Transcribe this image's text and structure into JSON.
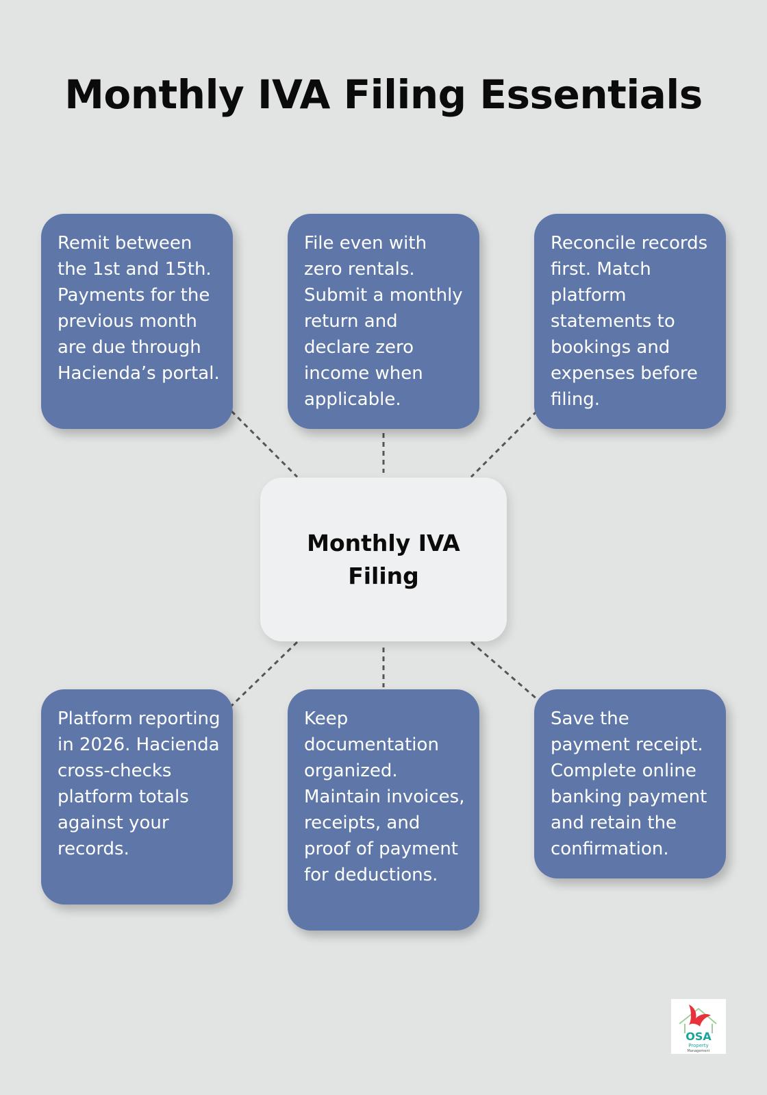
{
  "title": "Monthly IVA Filing Essentials",
  "center": {
    "label": "Monthly IVA Filing"
  },
  "cards": [
    {
      "text": "Remit between the 1st and 15th. Payments for the previous month are due through Hacienda’s portal."
    },
    {
      "text": "File even with zero rentals. Submit a monthly return and declare zero income when applicable."
    },
    {
      "text": "Reconcile records first. Match platform statements to bookings and expenses before filing."
    },
    {
      "text": "Platform reporting in 2026. Hacienda cross-checks platform totals against your records."
    },
    {
      "text": "Keep documentation organized. Maintain invoices, receipts, and proof of payment for deductions."
    },
    {
      "text": "Save the payment receipt. Complete online banking payment and retain the confirmation."
    }
  ],
  "logo": {
    "brand": "OSA",
    "sub1": "Property",
    "sub2": "Management",
    "bird_color": "#e8313a",
    "brand_color": "#1aa39a"
  },
  "colors": {
    "background": "#e2e3e3",
    "card": "#5e77a8",
    "center": "#eff0f1",
    "connector": "#555555"
  }
}
